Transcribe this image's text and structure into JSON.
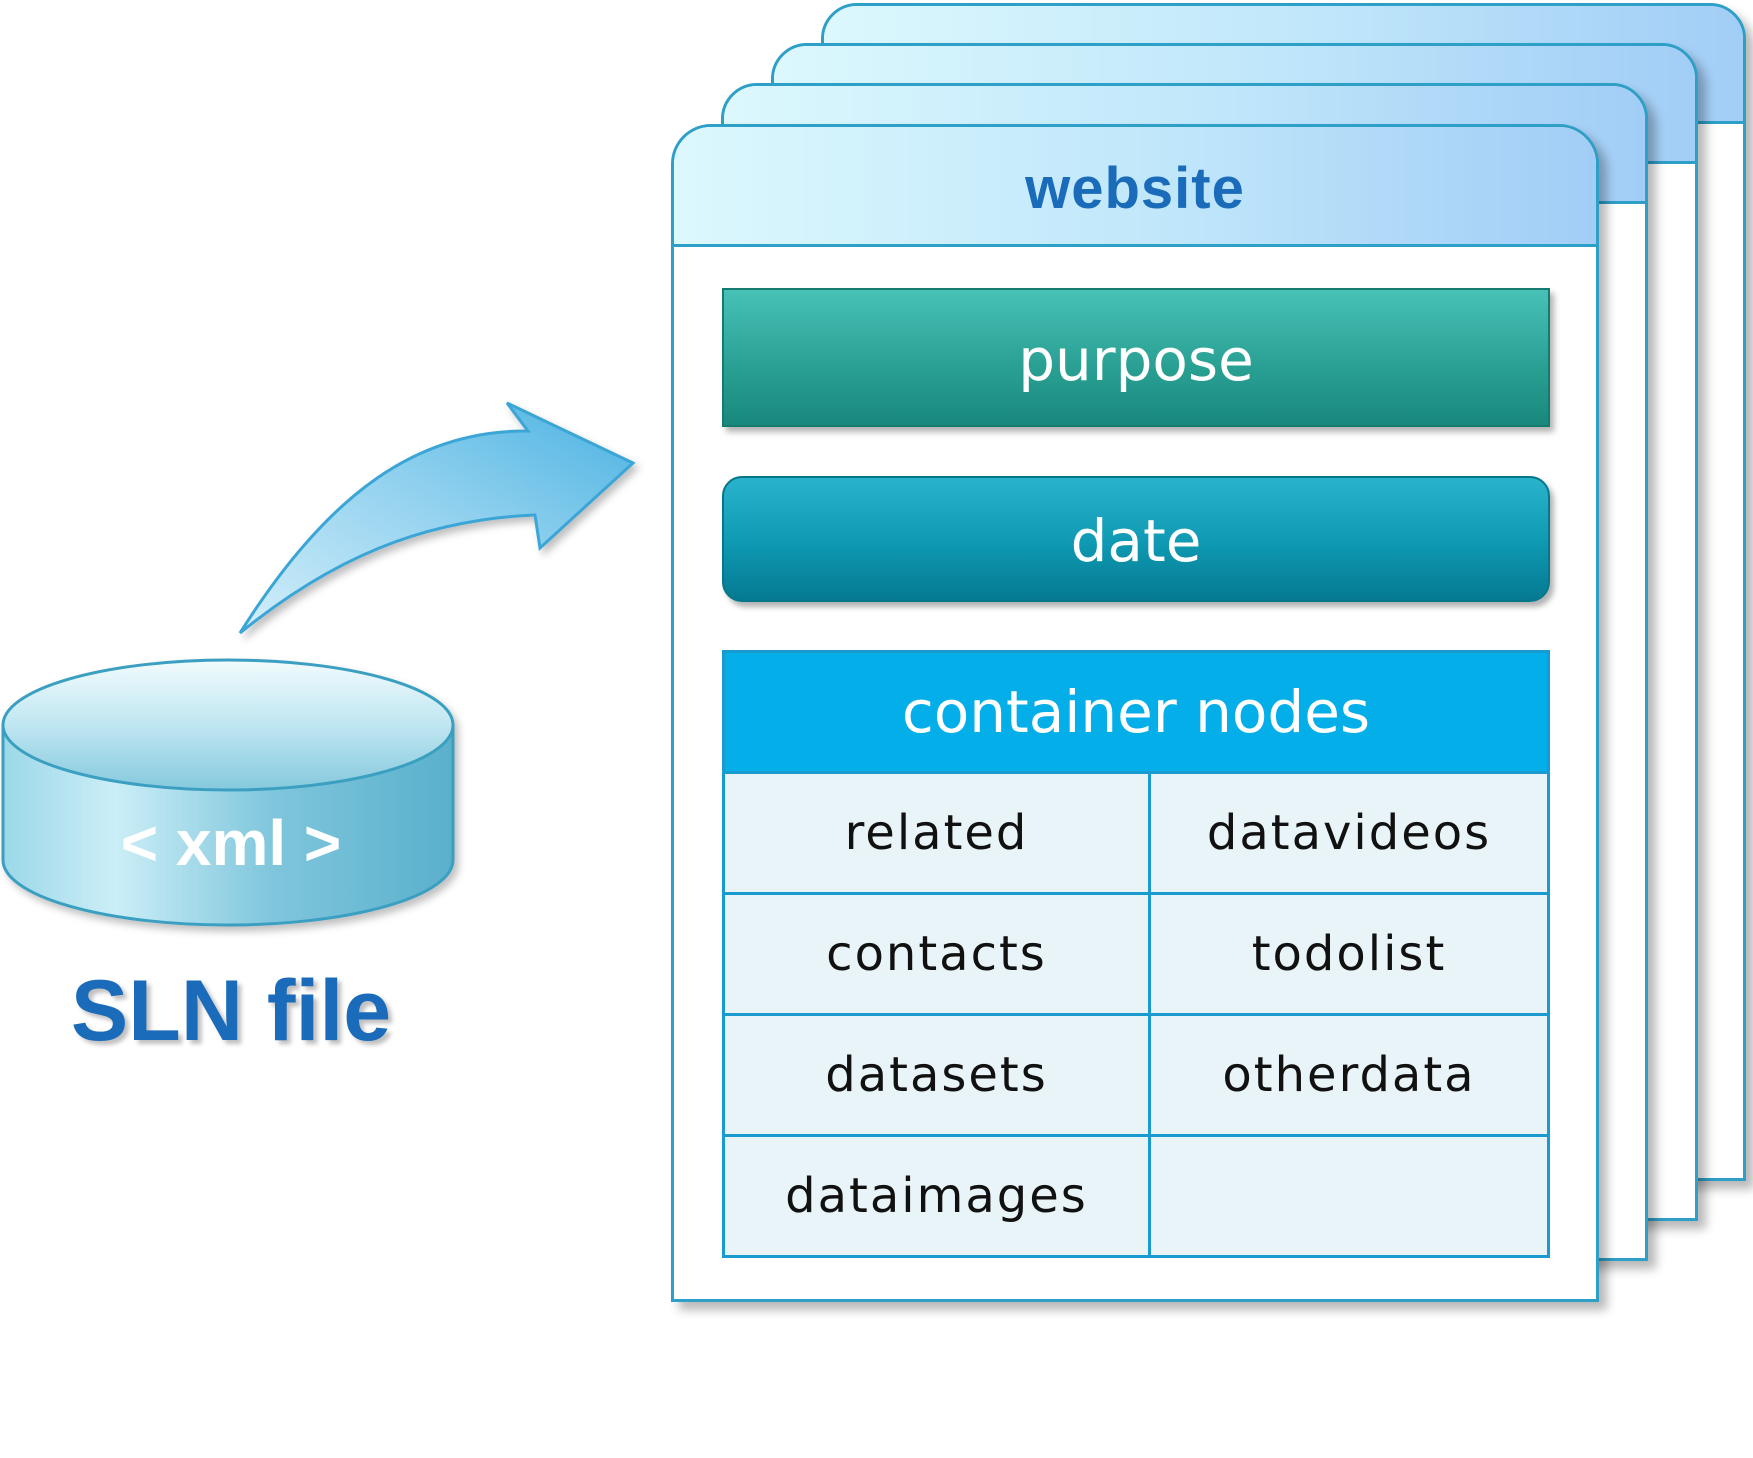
{
  "source": {
    "db_label": "< xml >",
    "caption": "SLN file"
  },
  "card": {
    "title": "website",
    "purpose": "purpose",
    "date": "date",
    "container": {
      "title": "container nodes",
      "rows": [
        [
          "related",
          "datavideos"
        ],
        [
          "contacts",
          "todolist"
        ],
        [
          "datasets",
          "otherdata"
        ],
        [
          "dataimages",
          ""
        ]
      ]
    }
  },
  "colors": {
    "title_blue": "#1a6bb9",
    "card_border": "#2e9fc7",
    "purpose_teal": "#2aa194",
    "date_teal": "#0e98b1",
    "container_blue": "#03aee9",
    "cell_fill": "#e9f4f8"
  }
}
